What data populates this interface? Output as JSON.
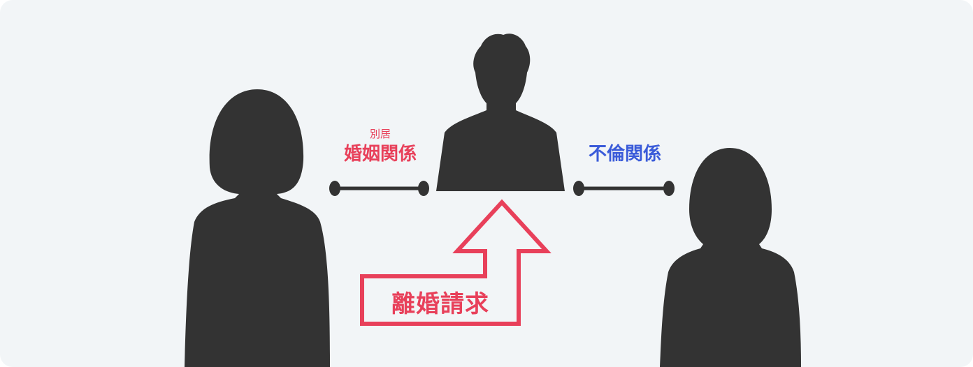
{
  "labels": {
    "separation": "別居",
    "marriage": "婚姻関係",
    "affair": "不倫関係",
    "divorce_claim": "離婚請求"
  },
  "colors": {
    "background": "#f2f5f7",
    "silhouette": "#333333",
    "accent_red": "#e8405a",
    "accent_blue": "#3a5bd9"
  }
}
